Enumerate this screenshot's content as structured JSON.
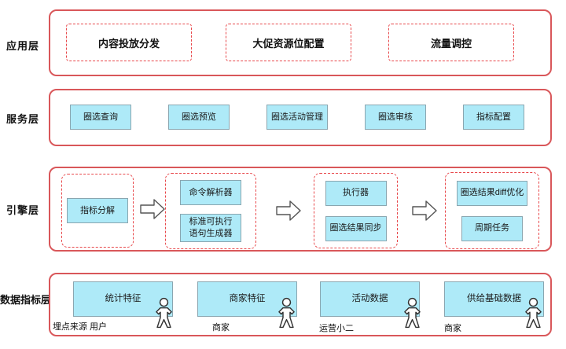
{
  "palette": {
    "panel_border": "#d9575a",
    "dashed_border": "#e8484b",
    "box_fill": "#aeeaf8",
    "box_border": "#8aa6b0",
    "text": "#1a1a1a"
  },
  "layers": {
    "app": {
      "label": "应用层",
      "boxes": [
        "内容投放分发",
        "大促资源位配置",
        "流量调控"
      ]
    },
    "service": {
      "label": "服务层",
      "boxes": [
        "圈选查询",
        "圈选预览",
        "圈选活动管理",
        "圈选审核",
        "指标配置"
      ]
    },
    "engine": {
      "label": "引擎层",
      "groups": [
        [
          "指标分解"
        ],
        [
          "命令解析器",
          "标准可执行\n语句生成器"
        ],
        [
          "执行器",
          "圈选结果同步"
        ],
        [
          "圈选结果diff优化",
          "周期任务"
        ]
      ]
    },
    "data": {
      "label": "数据指标层",
      "items": [
        {
          "title": "统计特征",
          "source": "埋点来源 用户"
        },
        {
          "title": "商家特征",
          "source": "商家"
        },
        {
          "title": "活动数据",
          "source": "运营小二"
        },
        {
          "title": "供给基础数据",
          "source": "商家"
        }
      ]
    }
  }
}
